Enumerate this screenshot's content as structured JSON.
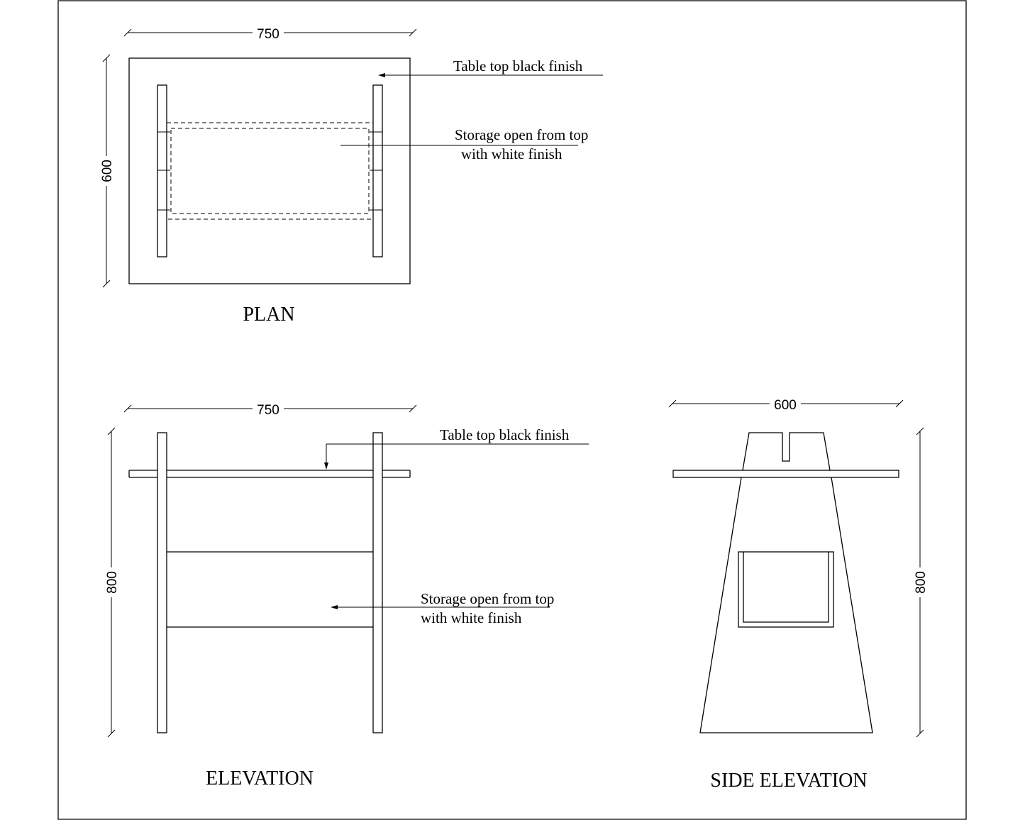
{
  "plan": {
    "title": "PLAN",
    "width_dim": "750",
    "depth_dim": "600",
    "note_top": "Table top black finish",
    "note_storage_line1": "Storage open from top",
    "note_storage_line2": "with white finish"
  },
  "elevation": {
    "title": "ELEVATION",
    "width_dim": "750",
    "height_dim": "800",
    "note_top": "Table top black finish",
    "note_storage_line1": "Storage open from top",
    "note_storage_line2": "with white finish"
  },
  "side_elevation": {
    "title": "SIDE ELEVATION",
    "width_dim": "600",
    "height_dim": "800"
  }
}
